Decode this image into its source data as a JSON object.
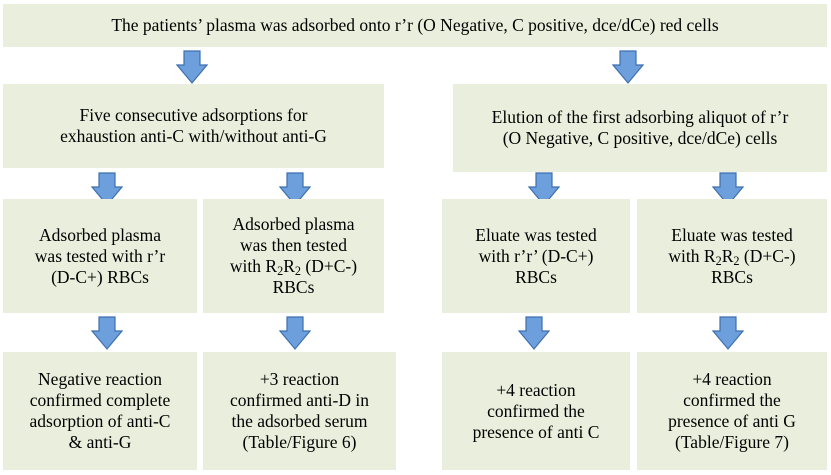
{
  "colors": {
    "box_fill": "#e9efdc",
    "arrow_fill": "#6d9fdd",
    "arrow_stroke": "#3e6fb0"
  },
  "top": {
    "line1": "The patients’ plasma was adsorbed onto r’r (O Negative, C positive, dce/dCe) red cells"
  },
  "left_header": {
    "line1": "Five consecutive adsorptions for",
    "line2": "exhaustion anti-C with/without anti-G"
  },
  "right_header": {
    "line1": "Elution of the first adsorbing aliquot of r’r",
    "line2": "(O Negative, C positive, dce/dCe) cells"
  },
  "test1": {
    "line1": "Adsorbed plasma",
    "line2": "was tested with r’r",
    "line3": "(D-C+) RBCs"
  },
  "test2": {
    "line1": "Adsorbed plasma",
    "line2": "was then tested",
    "line3_pre": "with R",
    "sub1": "2",
    "mid": "R",
    "sub2": "2",
    "line3_post": " (D+C-)",
    "line4": "RBCs"
  },
  "test3": {
    "line1": "Eluate was tested",
    "line2": "with r’r’ (D-C+)",
    "line3": "RBCs"
  },
  "test4": {
    "line1": "Eluate was tested",
    "line2_pre": "with R",
    "sub1": "2",
    "mid": "R",
    "sub2": "2",
    "line2_post": " (D+C-)",
    "line3": "RBCs"
  },
  "result1": {
    "line1": "Negative reaction",
    "line2": "confirmed complete",
    "line3": "adsorption of anti-C",
    "line4": "& anti-G"
  },
  "result2": {
    "line1": "+3 reaction",
    "line2": "confirmed anti-D in",
    "line3": "the adsorbed serum",
    "line4": "(Table/Figure 6)"
  },
  "result3": {
    "line1": "+4 reaction",
    "line2": "confirmed the",
    "line3": "presence of anti C"
  },
  "result4": {
    "line1": "+4 reaction",
    "line2": "confirmed the",
    "line3": "presence of anti G",
    "line4": "(Table/Figure 7)"
  }
}
